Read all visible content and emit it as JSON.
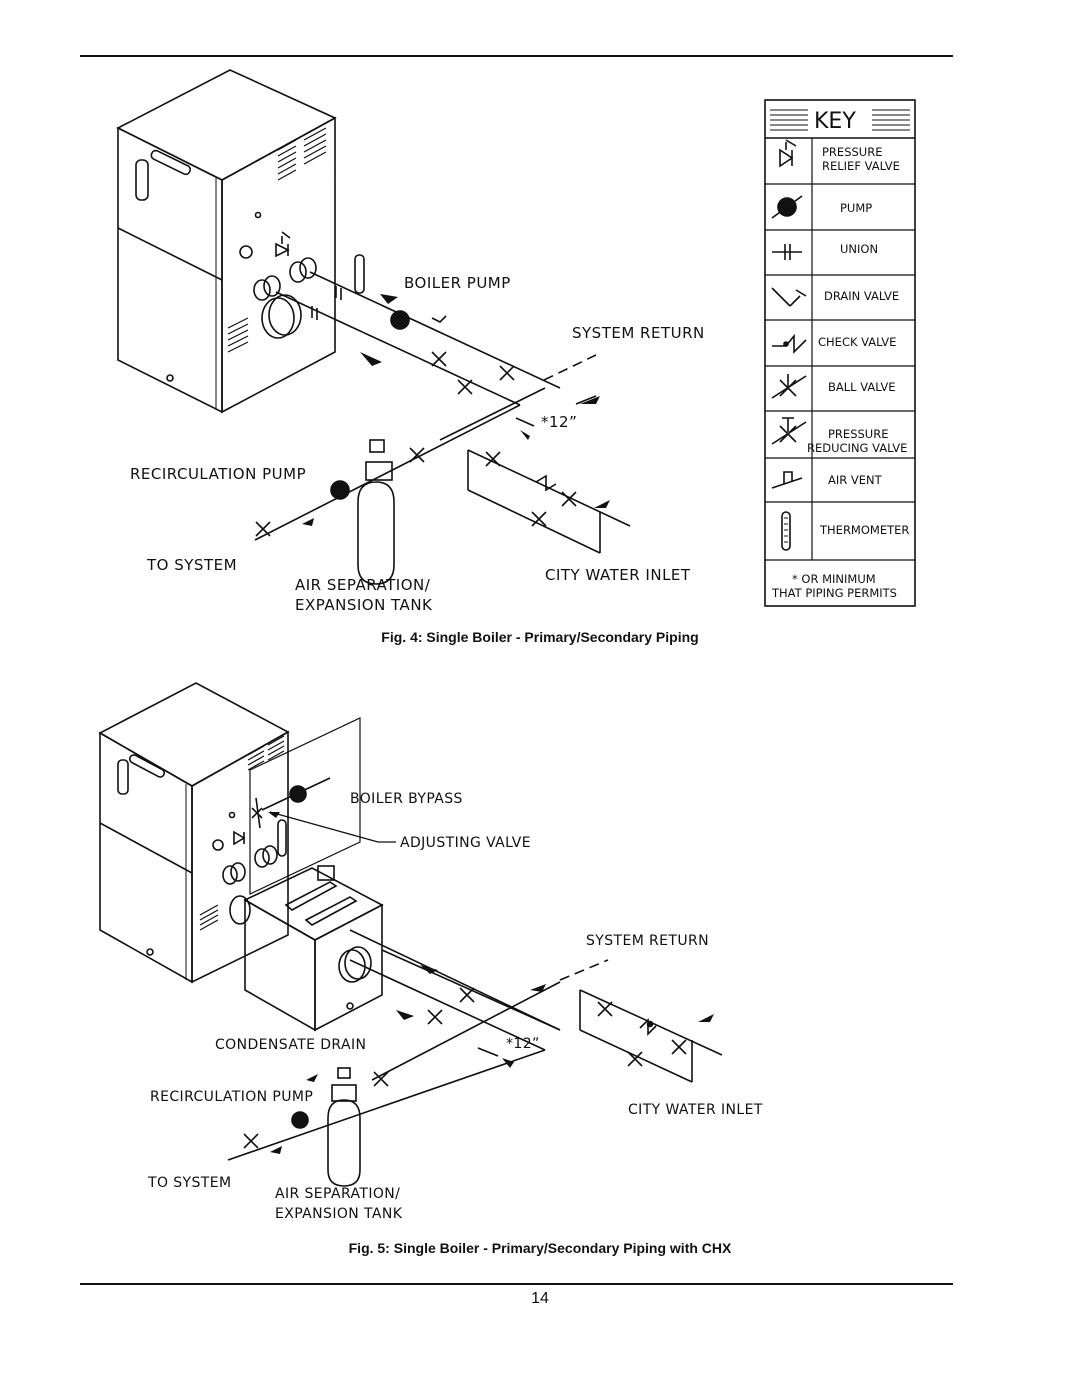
{
  "fig4": {
    "labels": {
      "boiler_pump": "BOILER PUMP",
      "system_return": "SYSTEM RETURN",
      "spacing": "*12”",
      "recirculation_pump": "RECIRCULATION PUMP",
      "to_system": "TO SYSTEM",
      "air_sep_line1": "AIR SEPARATION/",
      "air_sep_line2": "EXPANSION TANK",
      "city_water_inlet": "CITY WATER INLET"
    },
    "caption": "Fig. 4: Single Boiler - Primary/Secondary Piping"
  },
  "key": {
    "title": "KEY",
    "items": [
      {
        "icon": "pressure-relief-valve-icon",
        "line1": "PRESSURE",
        "line2": "RELIEF VALVE"
      },
      {
        "icon": "pump-icon",
        "line1": "PUMP",
        "line2": ""
      },
      {
        "icon": "union-icon",
        "line1": "UNION",
        "line2": ""
      },
      {
        "icon": "drain-valve-icon",
        "line1": "DRAIN VALVE",
        "line2": ""
      },
      {
        "icon": "check-valve-icon",
        "line1": "CHECK VALVE",
        "line2": ""
      },
      {
        "icon": "ball-valve-icon",
        "line1": "BALL VALVE",
        "line2": ""
      },
      {
        "icon": "pressure-reducing-valve-icon",
        "line1": "PRESSURE",
        "line2": "REDUCING VALVE"
      },
      {
        "icon": "air-vent-icon",
        "line1": "AIR VENT",
        "line2": ""
      },
      {
        "icon": "thermometer-icon",
        "line1": "THERMOMETER",
        "line2": ""
      }
    ],
    "footnote_line1": "* OR MINIMUM",
    "footnote_line2": "THAT PIPING PERMITS"
  },
  "fig5": {
    "labels": {
      "boiler_bypass": "BOILER BYPASS",
      "adjusting_valve": "ADJUSTING VALVE",
      "system_return": "SYSTEM RETURN",
      "condensate_drain": "CONDENSATE DRAIN",
      "spacing": "*12”",
      "recirculation_pump": "RECIRCULATION PUMP",
      "city_water_inlet": "CITY WATER INLET",
      "to_system": "TO SYSTEM",
      "air_sep_line1": "AIR SEPARATION/",
      "air_sep_line2": "EXPANSION TANK"
    },
    "caption": "Fig. 5: Single Boiler - Primary/Secondary Piping with CHX"
  },
  "page_number": "14"
}
